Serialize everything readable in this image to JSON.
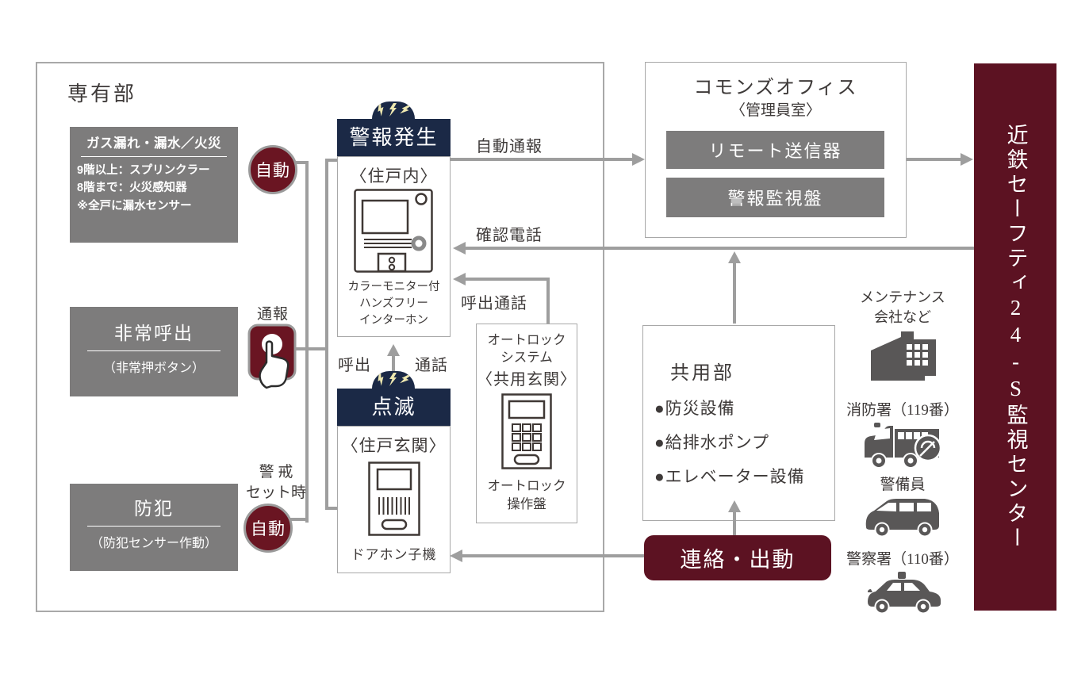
{
  "colors": {
    "navy": "#1b2946",
    "maroon": "#6a1522",
    "dark_red": "#5c1222",
    "box_gray": "#7d7c7c",
    "line_gray": "#9e9e9e",
    "border_gray": "#a8a8a8",
    "text_dark": "#3e3a39",
    "icon_gray": "#595757",
    "bolt": "#eee8b0"
  },
  "private_section": {
    "label": "専有部",
    "gas_box": {
      "title": "ガス漏れ・漏水／火災",
      "lines": [
        "9階以上：スプリンクラー",
        "8階まで：火災感知器",
        "※全戸に漏水センサー"
      ]
    },
    "auto_top": "自動",
    "emergency_box": {
      "title": "非常呼出",
      "subtitle": "（非常押ボタン）"
    },
    "report_label": "通報",
    "guard_label_line1": "警 戒",
    "guard_label_line2": "セット時",
    "auto_bottom": "自動",
    "crime_box": {
      "title": "防犯",
      "subtitle": "（防犯センサー作動）"
    }
  },
  "indoor_unit": {
    "header": "警報発生",
    "location": "〈住戸内〉",
    "caption_lines": [
      "カラーモニター付",
      "ハンズフリー",
      "インターホン"
    ]
  },
  "call_row": {
    "left": "呼出",
    "right": "通話"
  },
  "entrance_unit": {
    "header": "点滅",
    "location": "〈住戸玄関〉",
    "caption": "ドアホン子機"
  },
  "autolock": {
    "line1": "オートロック",
    "line2": "システム",
    "line3": "〈共用玄関〉",
    "caption_line1": "オートロック",
    "caption_line2": "操作盤"
  },
  "arrows": {
    "auto_report": "自動通報",
    "confirm_call": "確認電話",
    "call_talk": "呼出通話"
  },
  "office": {
    "title": "コモンズオフィス",
    "subtitle": "〈管理員室〉",
    "device1": "リモート送信器",
    "device2": "警報監視盤"
  },
  "shared": {
    "title": "共用部",
    "items": [
      "●防災設備",
      "●給排水ポンプ",
      "●エレベーター設備"
    ]
  },
  "dispatch": "連絡・出動",
  "center_bar": "近鉄セーフティ24-S監視センター",
  "agencies": [
    {
      "name_line1": "メンテナンス",
      "name_line2": "会社など",
      "icon": "building"
    },
    {
      "name": "消防署（119番）",
      "icon": "fire-truck"
    },
    {
      "name": "警備員",
      "icon": "security-van"
    },
    {
      "name": "警察署（110番）",
      "icon": "police-car"
    }
  ]
}
